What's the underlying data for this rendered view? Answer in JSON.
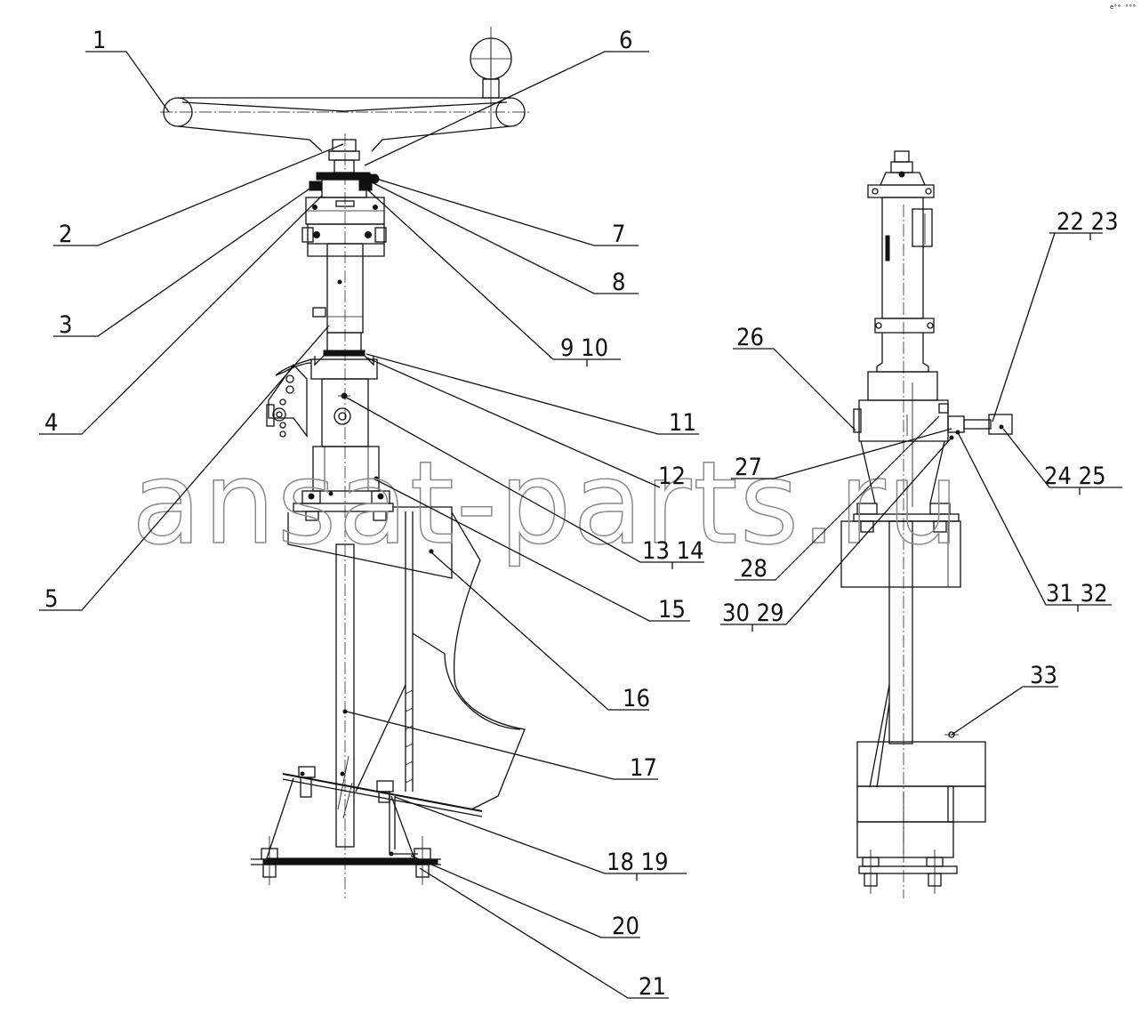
{
  "watermark": "ansat-parts.ru",
  "corner_mark": "e⁰⁰ ⁰⁰⁰",
  "callouts": {
    "c1": "1",
    "c2": "2",
    "c3": "3",
    "c4": "4",
    "c5": "5",
    "c6": "6",
    "c7": "7",
    "c8": "8",
    "c9_10": "9 10",
    "c11": "11",
    "c12": "12",
    "c13_14": "13 14",
    "c15": "15",
    "c16": "16",
    "c17": "17",
    "c18_19": "18 19",
    "c20": "20",
    "c21": "21",
    "c22_23": "22 23",
    "c24_25": "24 25",
    "c26": "26",
    "c27": "27",
    "c28": "28",
    "c30_29": "30 29",
    "c31_32": "31 32",
    "c33": "33"
  }
}
